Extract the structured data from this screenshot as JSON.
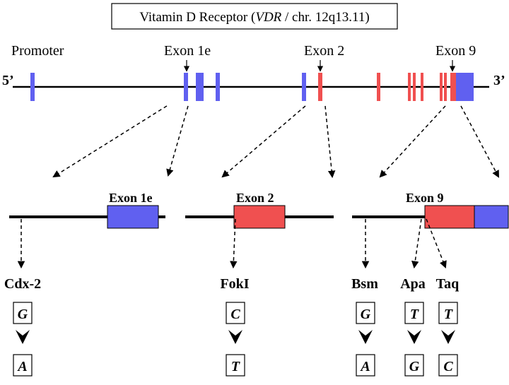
{
  "title": {
    "prefix": "Vitamin D Receptor (",
    "gene": "VDR",
    "suffix": " / chr. 12q13.11)"
  },
  "colors": {
    "blue": "#6060f0",
    "red": "#f05050",
    "black": "#000000"
  },
  "top_labels": {
    "promoter": "Promoter",
    "exon1e": "Exon 1e",
    "exon2": "Exon 2",
    "exon9": "Exon 9"
  },
  "ends": {
    "five": "5’",
    "three": "3’"
  },
  "zoom_labels": {
    "exon1e": "Exon 1e",
    "exon2": "Exon 2",
    "exon9": "Exon 9"
  },
  "snps": [
    {
      "name": "Cdx-2",
      "from": "G",
      "to": "A"
    },
    {
      "name": "FokI",
      "from": "C",
      "to": "T"
    },
    {
      "name": "Bsm",
      "from": "G",
      "to": "A"
    },
    {
      "name": "Apa",
      "from": "T",
      "to": "G"
    },
    {
      "name": "Taq",
      "from": "T",
      "to": "C"
    }
  ]
}
